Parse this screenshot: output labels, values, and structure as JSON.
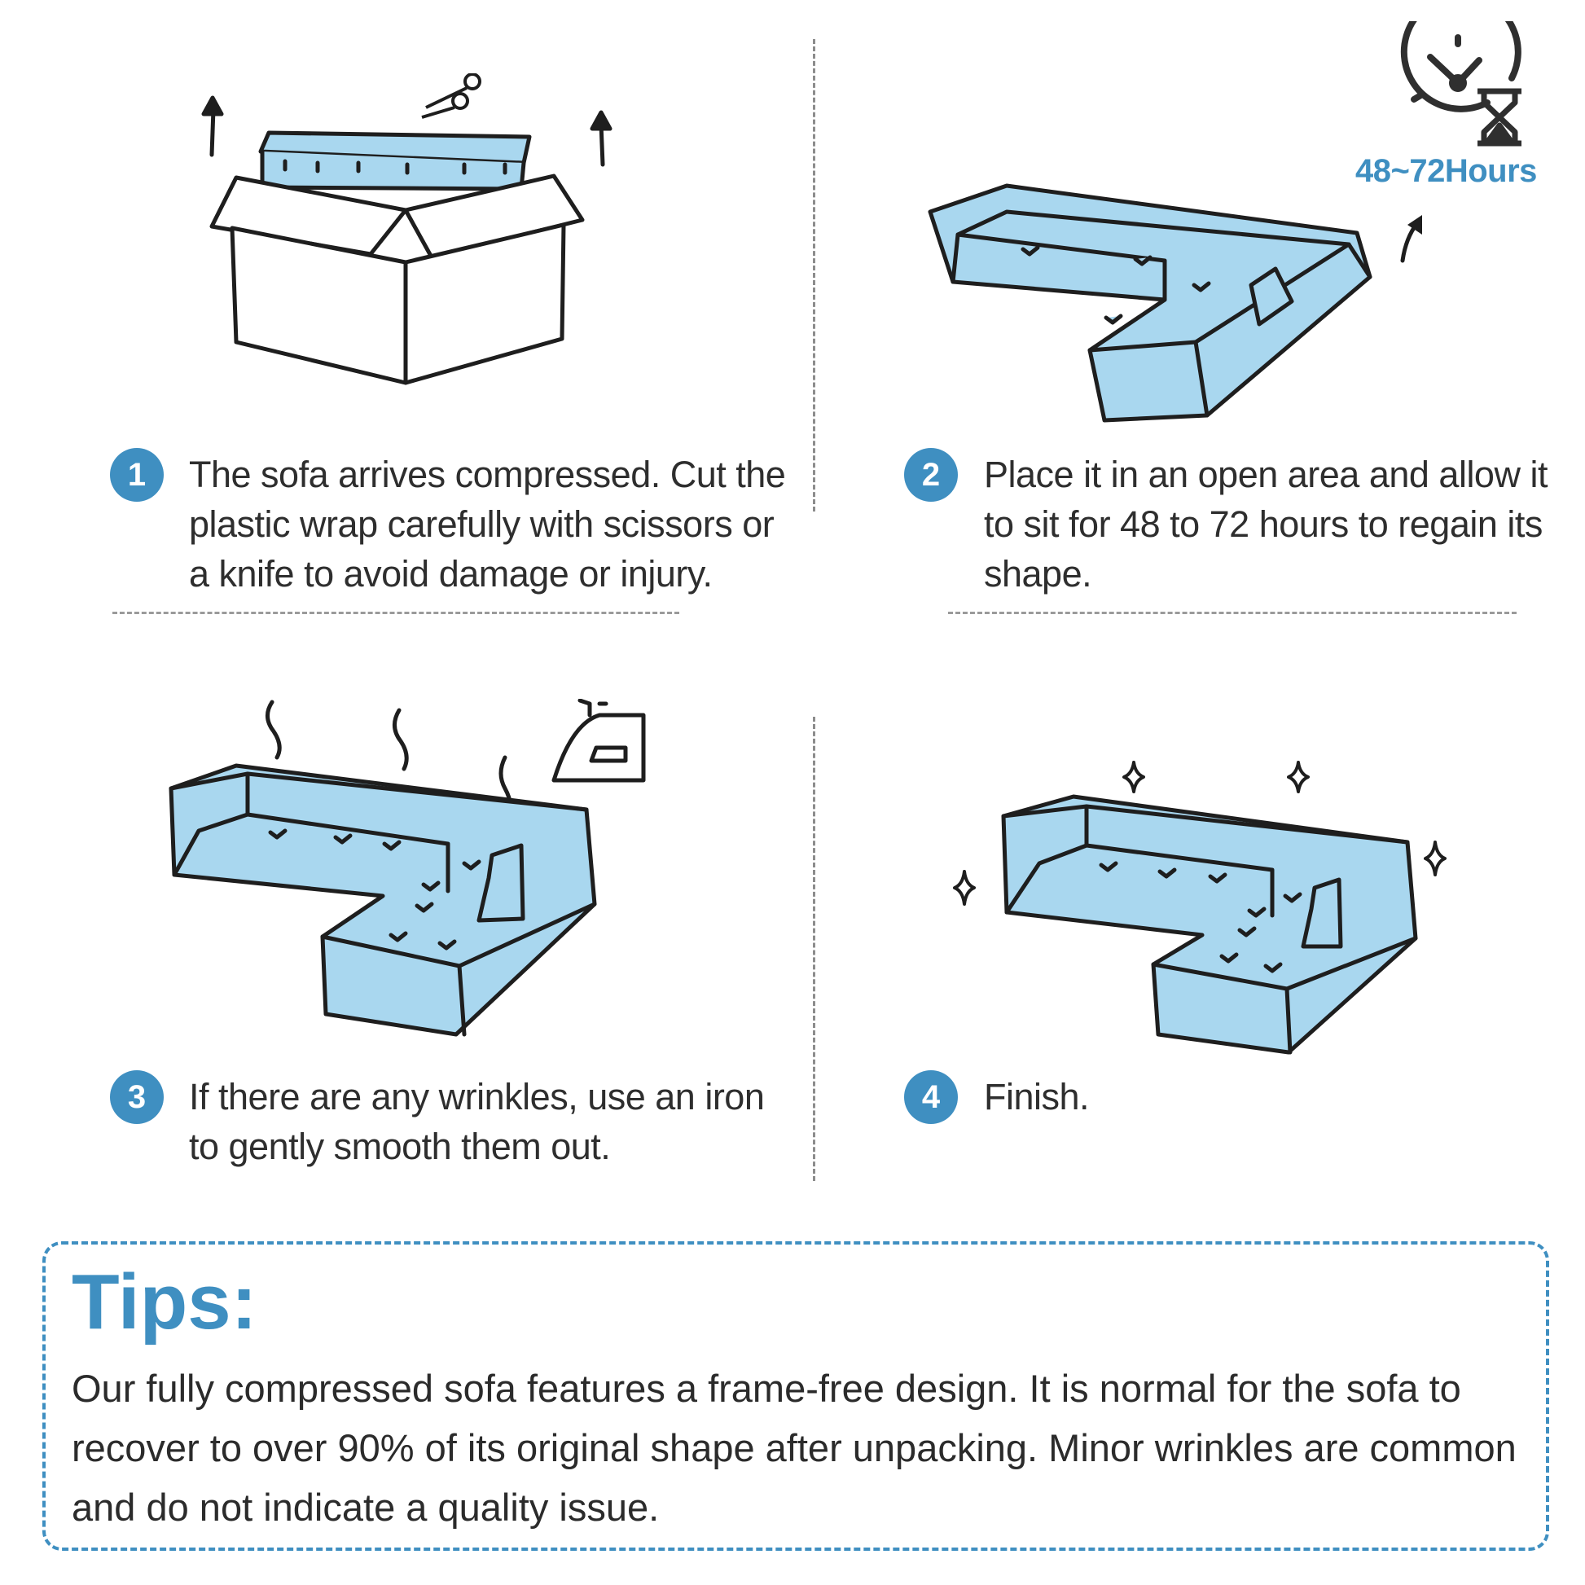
{
  "steps": [
    {
      "number": "1",
      "text": "The sofa arrives compressed. Cut the plastic wrap carefully with scissors or a knife to avoid damage or injury."
    },
    {
      "number": "2",
      "text": "Place it in an open area and allow it to sit for 48 to 72 hours to regain its shape."
    },
    {
      "number": "3",
      "text": "If there are any wrinkles, use an iron to gently smooth them out."
    },
    {
      "number": "4",
      "text": "Finish."
    }
  ],
  "timer": {
    "label": "48~72Hours"
  },
  "tips": {
    "title": "Tips:",
    "body": "Our fully compressed sofa features a frame-free design. It is normal for the sofa to recover to over 90% of its original shape after unpacking. Minor wrinkles are common and do not indicate a quality issue."
  },
  "colors": {
    "accent": "#3f8fc1",
    "sofa_fill": "#a9d7ef",
    "ink": "#1e1e1e"
  },
  "icons": [
    "box-icon",
    "scissors-icon",
    "clock-hourglass-icon",
    "iron-icon",
    "sparkle-icon"
  ]
}
